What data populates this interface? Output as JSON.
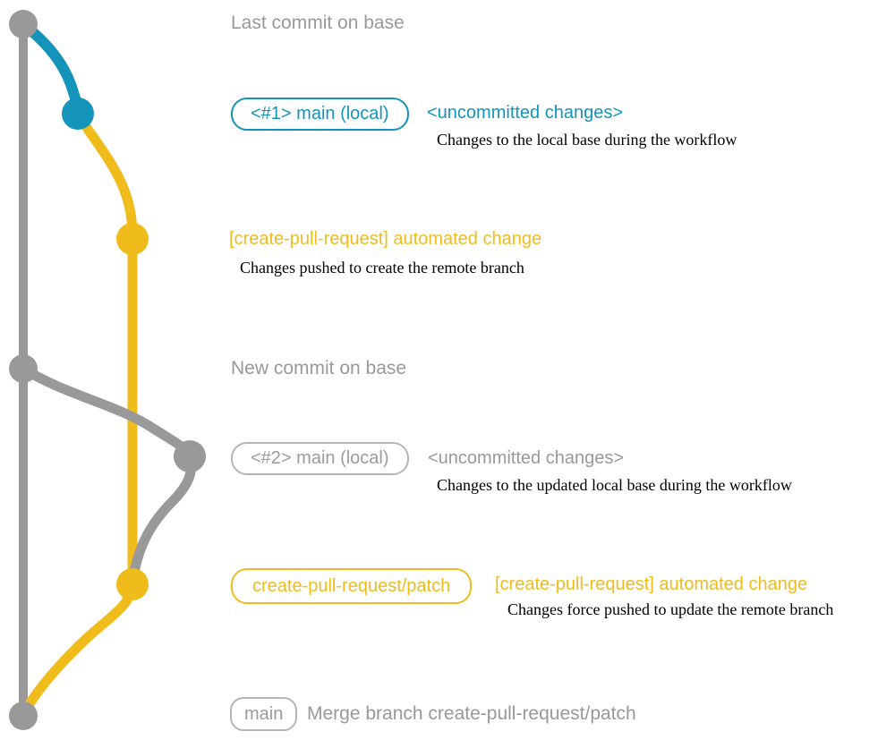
{
  "colors": {
    "base_gray": "#999999",
    "local_teal": "#1494BB",
    "pr_yellow": "#F0BC1C",
    "desc_black": "#000000",
    "background": "#ffffff"
  },
  "graph": {
    "node_names": [
      "last-commit-on-base",
      "local-main-commit-1",
      "pr-branch-commit-1",
      "new-commit-on-base",
      "local-main-commit-2",
      "pr-branch-commit-2",
      "merge-commit"
    ]
  },
  "annotations": {
    "last_commit_heading": "Last commit on base",
    "branch1_badge": "<#1> main (local)",
    "branch1_status": "<uncommitted changes>",
    "branch1_desc": "Changes to the local base during the workflow",
    "pr1_label": "[create-pull-request] automated change",
    "pr1_desc": "Changes pushed to create the remote branch",
    "new_commit_heading": "New commit on base",
    "branch2_badge": "<#2> main (local)",
    "branch2_status": "<uncommitted changes>",
    "branch2_desc": "Changes to the updated local base during the workflow",
    "patch_badge": "create-pull-request/patch",
    "pr2_label": "[create-pull-request] automated change",
    "pr2_desc": "Changes force pushed to update the remote branch",
    "main_badge": "main",
    "merge_label": "Merge branch create-pull-request/patch"
  }
}
